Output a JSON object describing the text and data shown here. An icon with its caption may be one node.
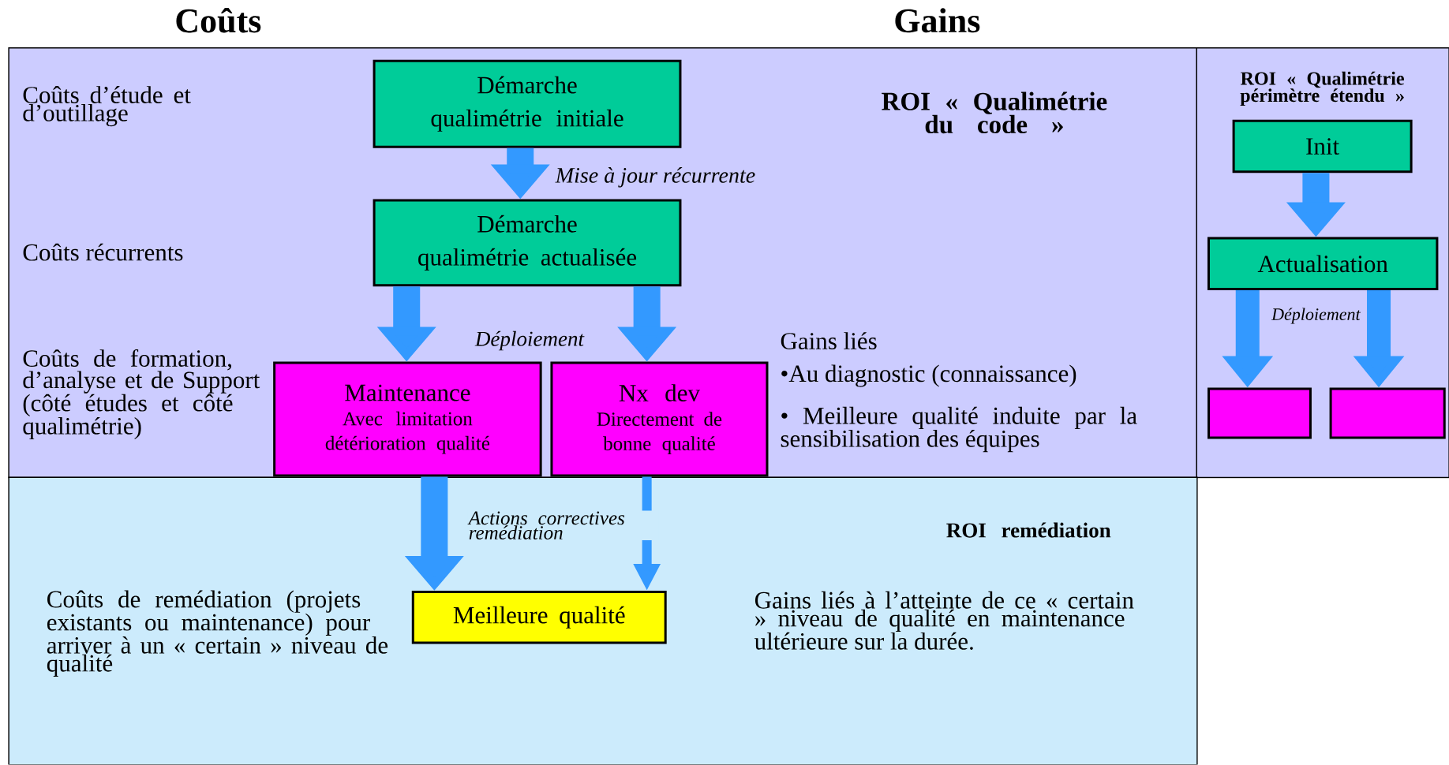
{
  "diagram": {
    "nodes": [
      {
        "text": [
          "ROI « Qualimétrie du code »"
        ]
      },
      {
        "text": [
          "Démarche qualimétrie initiale"
        ],
        "in": 0
      },
      {
        "text": [
          "Démarche qualimétrie actualisée"
        ],
        "in": 0
      },
      {
        "text": [
          "Maintenance",
          "Avec limitation détérioration qualité"
        ],
        "in": 0
      },
      {
        "text": [
          "Nx dev",
          "Directement de bonne qualité"
        ],
        "in": 0
      },
      {
        "text": [
          "ROI « Qualimétrie périmètre étendu »"
        ]
      },
      {
        "text": [
          "Init"
        ],
        "in": 5
      },
      {
        "text": [
          "Actualisation"
        ],
        "in": 5
      },
      {
        "text": [],
        "shape": "box",
        "in": 5
      },
      {
        "text": [],
        "shape": "box",
        "in": 5
      },
      {
        "text": [
          "ROI remédiation"
        ]
      },
      {
        "text": [
          "Meilleure qualité"
        ],
        "in": 10
      }
    ],
    "edges": [
      {
        "from": 1,
        "to": 2,
        "arrow": "to",
        "label": "Mise à jour récurrente"
      },
      {
        "from": 2,
        "to": 3,
        "arrow": "to",
        "label": "Déploiement"
      },
      {
        "from": 2,
        "to": 4,
        "arrow": "to"
      },
      {
        "from": 3,
        "to": 11,
        "arrow": "to",
        "label": "Actions correctives remédiation"
      },
      {
        "from": 4,
        "to": 11,
        "arrow": "to"
      },
      {
        "from": 6,
        "to": 7,
        "arrow": "to"
      },
      {
        "from": 7,
        "to": 8,
        "arrow": "to",
        "label": "Déploiement"
      },
      {
        "from": 7,
        "to": 9,
        "arrow": "to"
      }
    ],
    "labels": [
      "Coûts",
      "Gains",
      "Coûts d’étude et d’outillage",
      "Coûts récurrents",
      "Coûts de formation, d’analyse et de Support (côté études et côté qualimétrie)",
      "Gains liés",
      "•Au diagnostic (connaissance)",
      "• Meilleure qualité induite par la sensibilisation des équipes",
      "Coûts de remédiation (projets existants ou maintenance) pour arriver à un « certain » niveau de qualité",
      "Gains liés à l’atteinte de ce « certain » niveau de qualité en maintenance ultérieure sur la durée."
    ]
  }
}
